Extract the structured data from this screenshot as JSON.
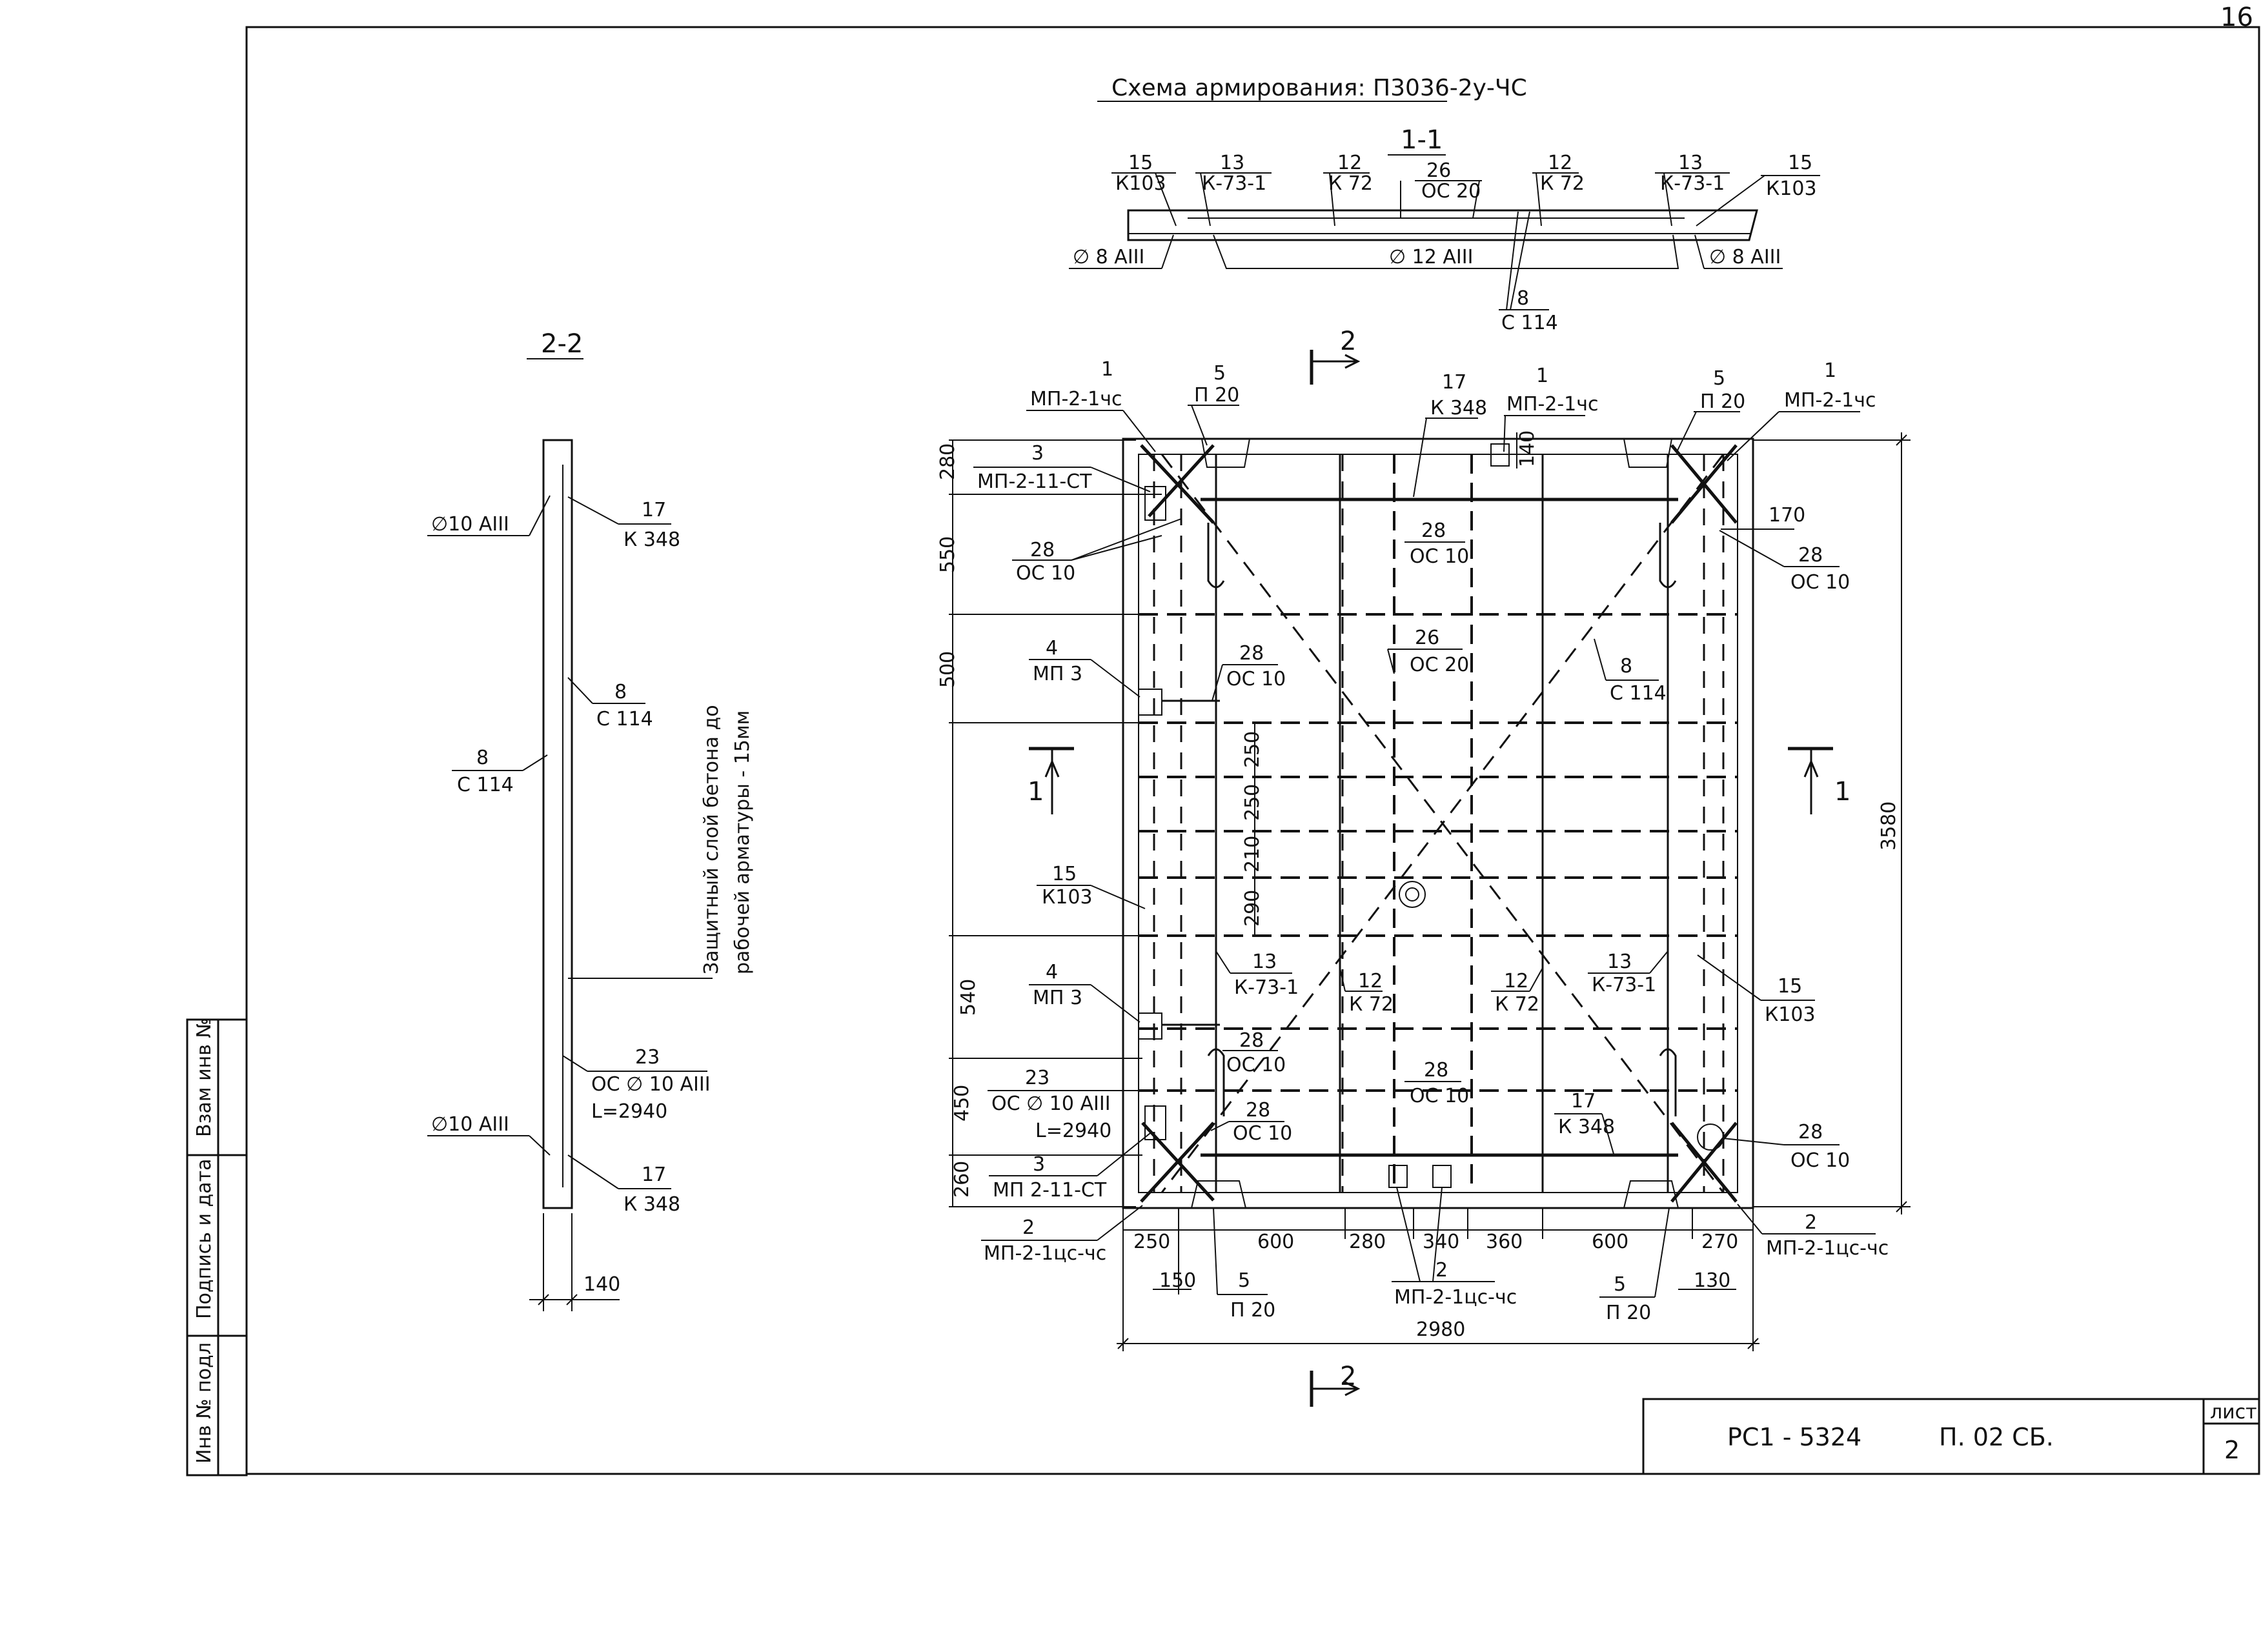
{
  "page_number": "16",
  "title": "Схема армирования: П3036-2у-ЧС",
  "section_1_1": {
    "label": "1-1",
    "callouts": [
      {
        "num": "15",
        "code": "К103"
      },
      {
        "num": "13",
        "code": "К-73-1"
      },
      {
        "num": "12",
        "code": "К 72"
      },
      {
        "num": "26",
        "code": "ОС 20"
      },
      {
        "num": "12",
        "code": "К 72"
      },
      {
        "num": "13",
        "code": "К-73-1"
      },
      {
        "num": "15",
        "code": "К103"
      }
    ],
    "rebar_left": "∅ 8 АIII",
    "rebar_mid": "∅ 12 АIII",
    "rebar_right": "∅ 8 АIII",
    "bottom_callout": {
      "num": "8",
      "code": "С 114"
    }
  },
  "section_2_2": {
    "label": "2-2",
    "rebar_top": "∅10 АIII",
    "rebar_bottom": "∅10 АIII",
    "callout_17_top": {
      "num": "17",
      "code": "К 348"
    },
    "callout_8_right": {
      "num": "8",
      "code": "С 114"
    },
    "callout_8_left": {
      "num": "8",
      "code": "С 114"
    },
    "callout_23": {
      "num": "23",
      "code": "ОС ∅ 10 АIII",
      "length": "L=2940"
    },
    "callout_17_bottom": {
      "num": "17",
      "code": "К 348"
    },
    "cover_note_1": "Защитный слой бетона до",
    "cover_note_2": "рабочей  арматуры - 15мм",
    "width_dim": "140"
  },
  "plan": {
    "section_mark": "2",
    "cut_mark": "1",
    "top_callouts": [
      {
        "num": "1",
        "code": "МП-2-1чс"
      },
      {
        "num": "5",
        "code": "П 20"
      },
      {
        "num": "17",
        "code": "К 348"
      },
      {
        "num": "1",
        "code": "МП-2-1чс"
      },
      {
        "num": "5",
        "code": "П 20"
      },
      {
        "num": "1",
        "code": "МП-2-1чс"
      }
    ],
    "left_callouts": [
      {
        "num": "3",
        "code": "МП-2-11-СТ"
      },
      {
        "num": "28",
        "code": "ОС 10"
      },
      {
        "num": "4",
        "code": "МП 3"
      },
      {
        "num": "15",
        "code": "К103"
      },
      {
        "num": "4",
        "code": "МП 3"
      },
      {
        "num": "23",
        "code": "ОС ∅ 10 АIII",
        "length": "L=2940"
      },
      {
        "num": "3",
        "code": "МП 2-11-СТ"
      },
      {
        "num": "2",
        "code": "МП-2-1цс-чс"
      }
    ],
    "inner_callouts": [
      {
        "num": "28",
        "code": "ОС 10"
      },
      {
        "num": "28",
        "code": "ОС 10"
      },
      {
        "num": "26",
        "code": "ОС 20"
      },
      {
        "num": "13",
        "code": "К-73-1"
      },
      {
        "num": "12",
        "code": "К 72"
      },
      {
        "num": "12",
        "code": "К 72"
      },
      {
        "num": "13",
        "code": "К-73-1"
      },
      {
        "num": "28",
        "code": "ОС 10"
      },
      {
        "num": "28",
        "code": "ОС 10"
      },
      {
        "num": "28",
        "code": "ОС 10"
      },
      {
        "num": "17",
        "code": "К 348"
      }
    ],
    "right_callouts": [
      {
        "num": "28",
        "code": "ОС 10"
      },
      {
        "num": "8",
        "code": "С 114"
      },
      {
        "num": "15",
        "code": "К103"
      },
      {
        "num": "28",
        "code": "ОС 10"
      },
      {
        "num": "2",
        "code": "МП-2-1цс-чс"
      }
    ],
    "bottom_callouts": [
      {
        "num": "5",
        "code": "П 20"
      },
      {
        "num": "2",
        "code": "МП-2-1цс-чс"
      },
      {
        "num": "5",
        "code": "П 20"
      }
    ],
    "dims_left": [
      "280",
      "550",
      "500",
      "540",
      "450",
      "260"
    ],
    "dims_inner": [
      "250",
      "250",
      "210",
      "290"
    ],
    "dim_top_140": "140",
    "dim_170": "170",
    "dim_overall_height": "3580",
    "dims_bottom": [
      "250",
      "600",
      "280",
      "340",
      "360",
      "600",
      "270"
    ],
    "dim_150": "150",
    "dim_130": "130",
    "dim_overall_width": "2980"
  },
  "side_stamp": {
    "f1": "Инв № подл",
    "f2": "Подпись и дата",
    "f3": "Взам инв №"
  },
  "title_block": {
    "code": "РС1 - 5324",
    "doc": "П.  02 СБ.",
    "sheet_label": "лист",
    "sheet_no": "2"
  }
}
